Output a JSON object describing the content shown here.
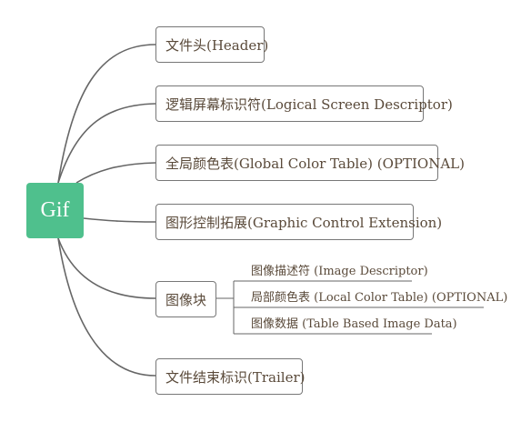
{
  "root": {
    "label": "Gif",
    "color": "#4fc08d"
  },
  "branches": [
    {
      "label": "文件头(Header)"
    },
    {
      "label": "逻辑屏幕标识符(Logical Screen Descriptor)"
    },
    {
      "label": "全局颜色表(Global Color Table) (OPTIONAL)"
    },
    {
      "label": "图形控制拓展(Graphic Control Extension)"
    },
    {
      "label": "图像块",
      "children": [
        {
          "label": "图像描述符 (Image Descriptor)"
        },
        {
          "label": "局部颜色表 (Local Color Table) (OPTIONAL)"
        },
        {
          "label": "图像数据 (Table Based Image Data)"
        }
      ]
    },
    {
      "label": "文件结束标识(Trailer)"
    }
  ],
  "line_color": "#666666"
}
